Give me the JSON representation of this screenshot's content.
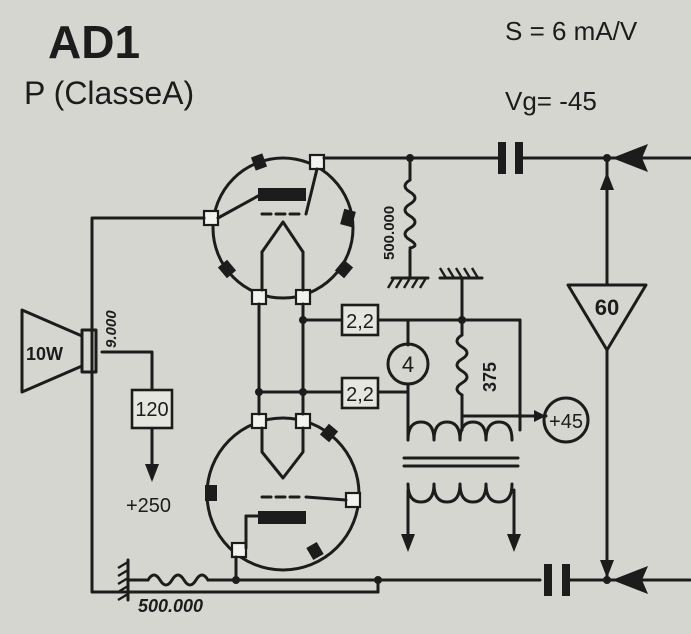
{
  "header": {
    "tube": "AD1",
    "mode": "P (ClasseA)",
    "transconductance": "S = 6 mA/V",
    "grid_bias": "Vg= -45"
  },
  "components": {
    "speaker_power": "10W",
    "speaker_impedance": "9.000",
    "anode_resistor": "120",
    "supply_voltage": "+250",
    "resistor_top": "500.000",
    "resistor_bottom": "500.000",
    "grid_stopper_top": "2,2",
    "grid_stopper_bottom": "2,2",
    "filament": "4",
    "bias_resistor": "375",
    "bias_voltage": "+45",
    "driver_gain": "60"
  },
  "colors": {
    "ink": "#1c1c1c",
    "paper": "#d6d6d1"
  }
}
